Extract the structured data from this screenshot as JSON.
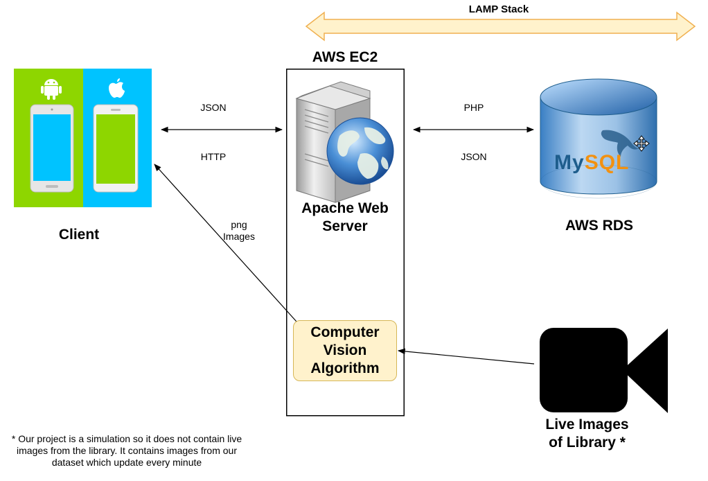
{
  "lamp": {
    "label": "LAMP Stack"
  },
  "ec2": {
    "title": "AWS EC2"
  },
  "apache": {
    "label_line1": "Apache Web",
    "label_line2": "Server"
  },
  "cv": {
    "line1": "Computer",
    "line2": "Vision",
    "line3": "Algorithm"
  },
  "client": {
    "label": "Client"
  },
  "rds": {
    "label": "AWS RDS",
    "logo_text_my": "My",
    "logo_text_sql": "SQL"
  },
  "camera": {
    "label_line1": "Live Images",
    "label_line2": "of Library *"
  },
  "edges": {
    "client_ec2_top": "JSON",
    "client_ec2_bottom": "HTTP",
    "ec2_rds_top": "PHP",
    "ec2_rds_bottom": "JSON",
    "images_line1": "png",
    "images_line2": "Images"
  },
  "footnote": {
    "line1": "* Our project is a simulation so it does not contain live",
    "line2": "images from the library. It contains images from our",
    "line3": "dataset which update every minute"
  },
  "colors": {
    "android_bg": "#8ed600",
    "apple_bg": "#00c3ff",
    "lamp_arrow_fill": "#fff2cc",
    "lamp_arrow_stroke": "#f0b050",
    "cv_fill": "#fff2cc",
    "cv_stroke": "#d6b656",
    "mysql_blue": "#1e5d8c"
  }
}
